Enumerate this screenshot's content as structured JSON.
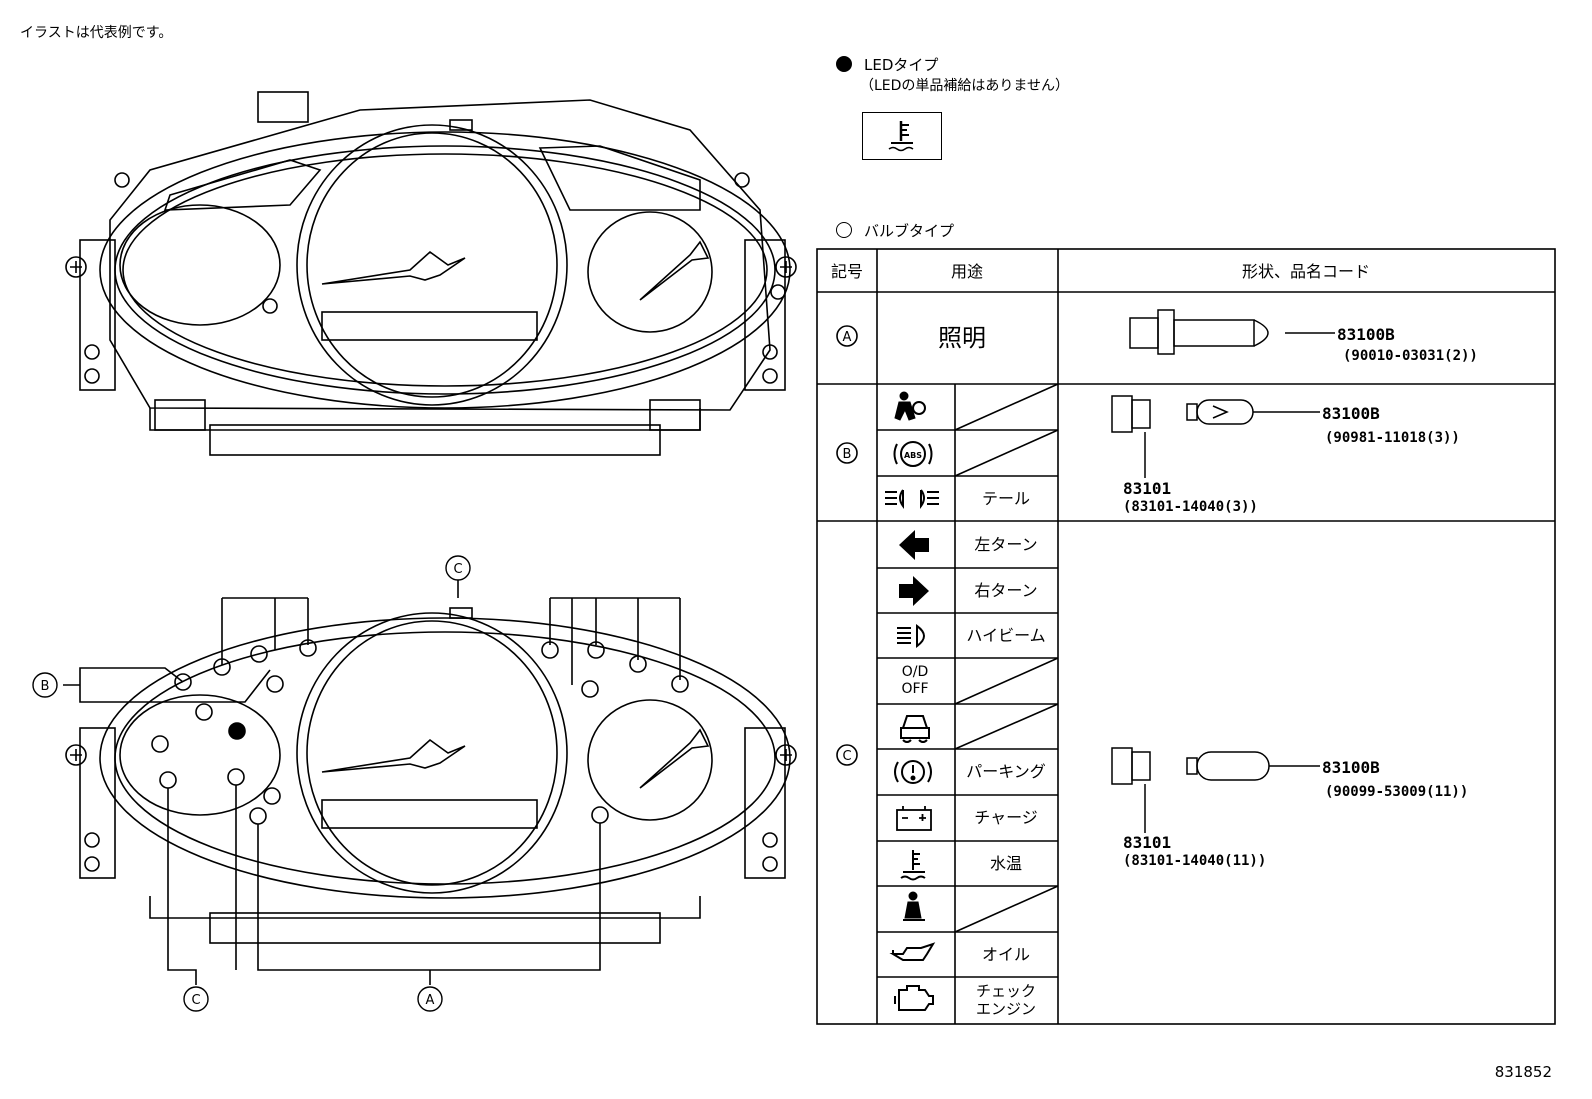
{
  "note": "イラストは代表例です。",
  "legend": {
    "led_title": "LEDタイプ",
    "led_note": "（LEDの単品補給はありません）",
    "bulb_title": "バルブタイプ"
  },
  "table": {
    "headers": [
      "記号",
      "用途",
      "形状、品名コード"
    ],
    "groups": [
      {
        "symbol": "A",
        "usage": "照明",
        "part_number": "83100B",
        "part_code": "(90010-03031(2))"
      },
      {
        "symbol": "B",
        "rows": [
          {
            "icon": "airbag-warning-icon",
            "label": ""
          },
          {
            "icon": "abs-warning-icon",
            "label": ""
          },
          {
            "icon": "tail-light-icon",
            "label": "テール"
          }
        ],
        "part_number": "83100B",
        "part_code": "(90981-11018(3))",
        "socket_number": "83101",
        "socket_code": "(83101-14040(3))"
      },
      {
        "symbol": "C",
        "rows": [
          {
            "icon": "left-turn-arrow-icon",
            "label": "左ターン"
          },
          {
            "icon": "right-turn-arrow-icon",
            "label": "右ターン"
          },
          {
            "icon": "high-beam-icon",
            "label": "ハイビーム"
          },
          {
            "icon": "od-off-icon",
            "label": "",
            "icon_text": "O/D OFF"
          },
          {
            "icon": "slip-indicator-icon",
            "label": ""
          },
          {
            "icon": "parking-brake-icon",
            "label": "パーキング"
          },
          {
            "icon": "charge-battery-icon",
            "label": "チャージ"
          },
          {
            "icon": "water-temp-icon",
            "label": "水温"
          },
          {
            "icon": "seatbelt-icon",
            "label": ""
          },
          {
            "icon": "oil-pressure-icon",
            "label": "オイル"
          },
          {
            "icon": "check-engine-icon",
            "label": "チェック エンジン"
          }
        ],
        "part_number": "83100B",
        "part_code": "(90099-53009(11))",
        "socket_number": "83101",
        "socket_code": "(83101-14040(11))"
      }
    ]
  },
  "diagram_labels": {
    "top_callout": "C",
    "left_callout": "B",
    "bottom_left_callout": "C",
    "bottom_right_callout": "A"
  },
  "figure_id": "831852"
}
